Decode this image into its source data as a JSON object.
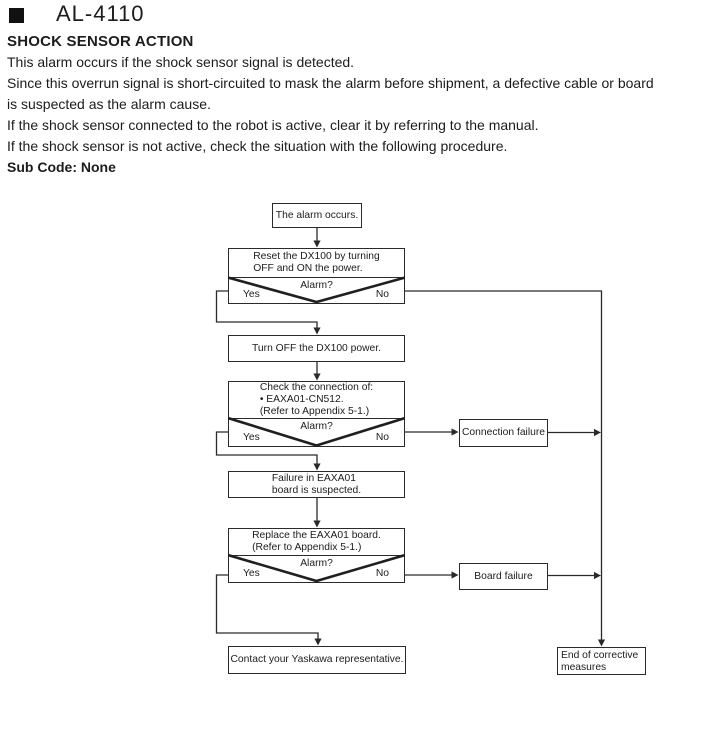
{
  "colors": {
    "ink": "#1c1c1c",
    "line": "#2a2a2a"
  },
  "document": {
    "code": "AL-4110",
    "title": "SHOCK SENSOR ACTION",
    "body_lines": [
      "This alarm occurs if the shock sensor signal is detected.",
      "Since this overrun signal is short-circuited to mask the alarm before shipment, a defective cable or board",
      "is suspected as the alarm cause.",
      "If the shock sensor connected to the robot is active, clear it by referring to the manual.",
      "If the shock sensor is not active, check the situation with the following procedure."
    ],
    "sub_code": "Sub Code: None"
  },
  "flowchart": {
    "labels": {
      "question": "Alarm?",
      "yes": "Yes",
      "no": "No"
    },
    "nodes": {
      "start": {
        "text": "The alarm occurs."
      },
      "reset": {
        "lines": [
          "Reset the DX100 by turning",
          "OFF and ON the power."
        ]
      },
      "turn_off": {
        "text": "Turn OFF the DX100 power."
      },
      "check_connection": {
        "lines": [
          "Check the connection of:",
          "• EAXA01-CN512.",
          "(Refer to Appendix 5-1.)"
        ]
      },
      "connection_failure": {
        "text": "Connection failure"
      },
      "failure_suspected": {
        "lines": [
          "Failure in EAXA01",
          "board is suspected."
        ]
      },
      "replace_board": {
        "lines": [
          "Replace the EAXA01 board.",
          "(Refer to Appendix 5-1.)"
        ]
      },
      "board_failure": {
        "text": "Board failure"
      },
      "contact": {
        "text": "Contact your Yaskawa representative."
      },
      "end": {
        "lines": [
          "End of corrective",
          "measures"
        ]
      }
    }
  }
}
